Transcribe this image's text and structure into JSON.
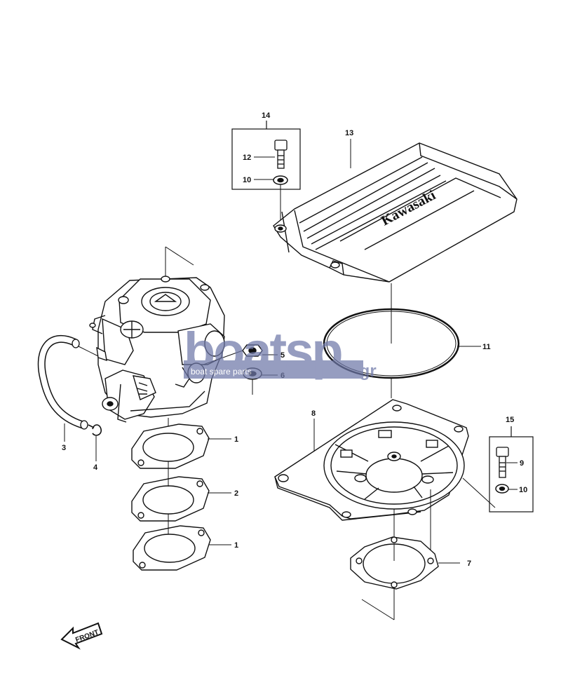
{
  "diagram": {
    "callouts": {
      "c1a": "1",
      "c1b": "1",
      "c2": "2",
      "c3": "3",
      "c4": "4",
      "c5": "5",
      "c6": "6",
      "c7": "7",
      "c8": "8",
      "c9": "9",
      "c10a": "10",
      "c10b": "10",
      "c11": "11",
      "c12": "12",
      "c13": "13",
      "c14": "14",
      "c15": "15"
    },
    "cover_brand": "Kawasaki",
    "front_label": "FRONT"
  },
  "watermark": {
    "logo_text": "boatsp",
    "suffix": ".gr",
    "tagline": "boat spare parts",
    "color": "#6f78a8"
  }
}
